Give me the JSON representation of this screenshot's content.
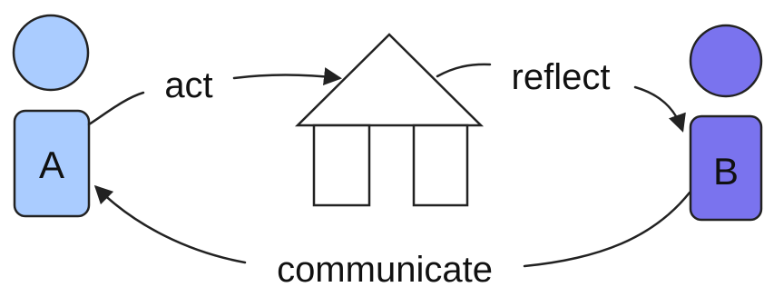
{
  "colors": {
    "agent_a_fill": "#aaccff",
    "agent_b_fill": "#7a73ee",
    "stroke": "#222222",
    "house_fill": "#ffffff"
  },
  "nodes": {
    "a_label": "A",
    "b_label": "B"
  },
  "edges": {
    "act": "act",
    "reflect": "reflect",
    "communicate": "communicate"
  }
}
